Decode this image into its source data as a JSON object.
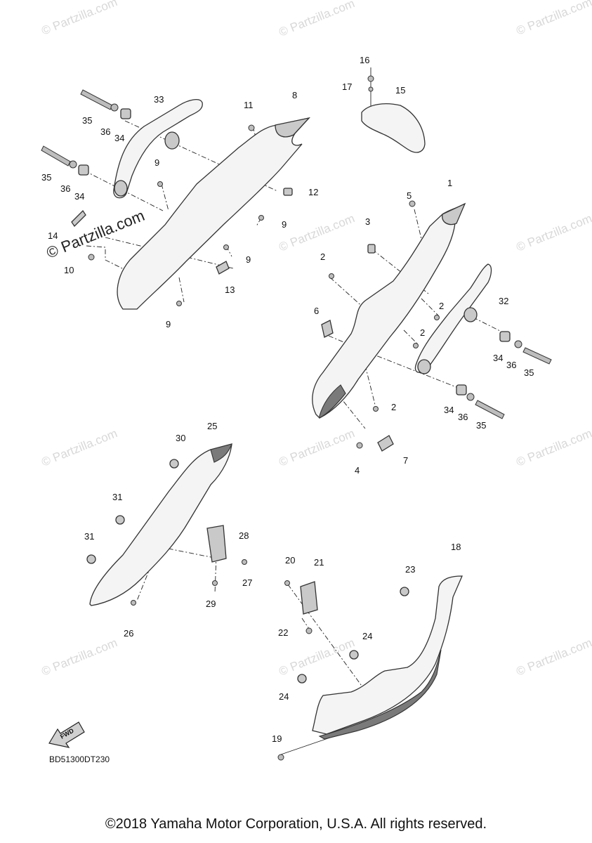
{
  "watermark": "© Partzilla.com",
  "diagram_code": "BD51300DT230",
  "copyright": "©2018 Yamaha Motor Corporation, U.S.A. All rights reserved.",
  "fwd_label": "FWD",
  "callouts": {
    "c1": "1",
    "c2a": "2",
    "c2b": "2",
    "c2c": "2",
    "c2d": "2",
    "c3": "3",
    "c4": "4",
    "c5": "5",
    "c6": "6",
    "c7": "7",
    "c8": "8",
    "c9a": "9",
    "c9b": "9",
    "c9c": "9",
    "c9d": "9",
    "c10": "10",
    "c11": "11",
    "c12": "12",
    "c13": "13",
    "c14": "14",
    "c15": "15",
    "c16": "16",
    "c17": "17",
    "c18": "18",
    "c19": "19",
    "c20": "20",
    "c21": "21",
    "c22": "22",
    "c23": "23",
    "c24a": "24",
    "c24b": "24",
    "c25": "25",
    "c26": "26",
    "c27": "27",
    "c28": "28",
    "c29": "29",
    "c30": "30",
    "c31a": "31",
    "c31b": "31",
    "c32": "32",
    "c33": "33",
    "c34a": "34",
    "c34b": "34",
    "c34c": "34",
    "c34d": "34",
    "c35a": "35",
    "c35b": "35",
    "c35c": "35",
    "c35d": "35",
    "c36a": "36",
    "c36b": "36",
    "c36c": "36",
    "c36d": "36"
  }
}
